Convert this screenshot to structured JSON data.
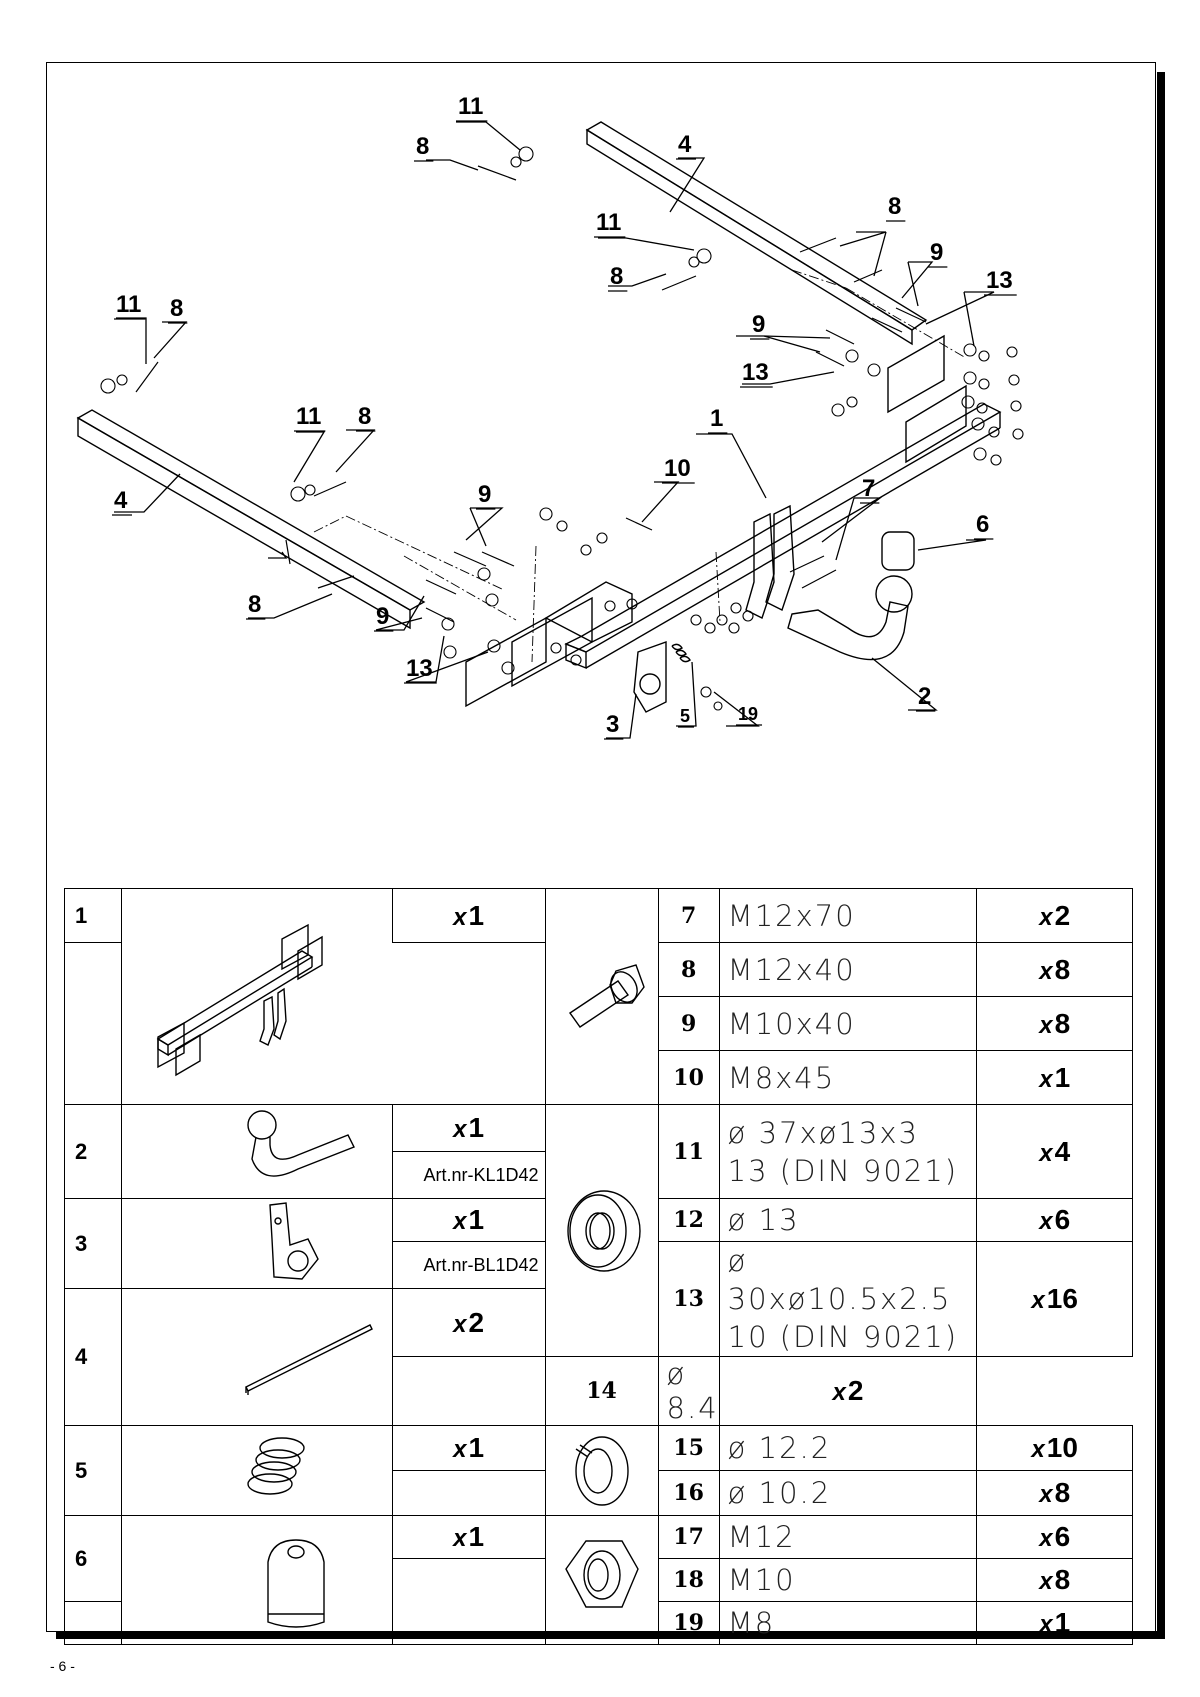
{
  "page_number": "- 6 -",
  "diagram": {
    "callouts": [
      "1",
      "2",
      "3",
      "4",
      "4",
      "5",
      "6",
      "7",
      "8",
      "8",
      "8",
      "8",
      "8",
      "8",
      "9",
      "9",
      "9",
      "9",
      "10",
      "11",
      "11",
      "11",
      "11",
      "13",
      "13",
      "13",
      "19"
    ]
  },
  "left_items": [
    {
      "index": "1",
      "qty_prefix": "x",
      "qty": "1",
      "art": ""
    },
    {
      "index": "2",
      "qty_prefix": "x",
      "qty": "1",
      "art": "Art.nr-KL1D42"
    },
    {
      "index": "3",
      "qty_prefix": "x",
      "qty": "1",
      "art": "Art.nr-BL1D42"
    },
    {
      "index": "4",
      "qty_prefix": "x",
      "qty": "2",
      "art": ""
    },
    {
      "index": "5",
      "qty_prefix": "x",
      "qty": "1",
      "art": ""
    },
    {
      "index": "6",
      "qty_prefix": "x",
      "qty": "1",
      "art": ""
    }
  ],
  "right_items": [
    {
      "num": "7",
      "spec": "M12x70",
      "qty_prefix": "x",
      "qty": "2"
    },
    {
      "num": "8",
      "spec": "M12x40",
      "qty_prefix": "x",
      "qty": "8"
    },
    {
      "num": "9",
      "spec": "M10x40",
      "qty_prefix": "x",
      "qty": "8"
    },
    {
      "num": "10",
      "spec": "M8x45",
      "qty_prefix": "x",
      "qty": "1"
    },
    {
      "num": "11",
      "spec": "ø 37xø13x3",
      "spec2": "13  (DIN 9021)",
      "qty_prefix": "x",
      "qty": "4"
    },
    {
      "num": "12",
      "spec": "ø 13",
      "qty_prefix": "x",
      "qty": "6"
    },
    {
      "num": "13",
      "spec": "ø 30xø10.5x2.5",
      "spec2": "10  (DIN 9021)",
      "qty_prefix": "x",
      "qty": "16"
    },
    {
      "num": "14",
      "spec": "ø 8.4",
      "qty_prefix": "x",
      "qty": "2"
    },
    {
      "num": "15",
      "spec": "ø 12.2",
      "qty_prefix": "x",
      "qty": "10"
    },
    {
      "num": "16",
      "spec": "ø 10.2",
      "qty_prefix": "x",
      "qty": "8"
    },
    {
      "num": "17",
      "spec": "M12",
      "qty_prefix": "x",
      "qty": "6"
    },
    {
      "num": "18",
      "spec": "M10",
      "qty_prefix": "x",
      "qty": "8"
    },
    {
      "num": "19",
      "spec": "M8",
      "qty_prefix": "x",
      "qty": "1"
    }
  ]
}
